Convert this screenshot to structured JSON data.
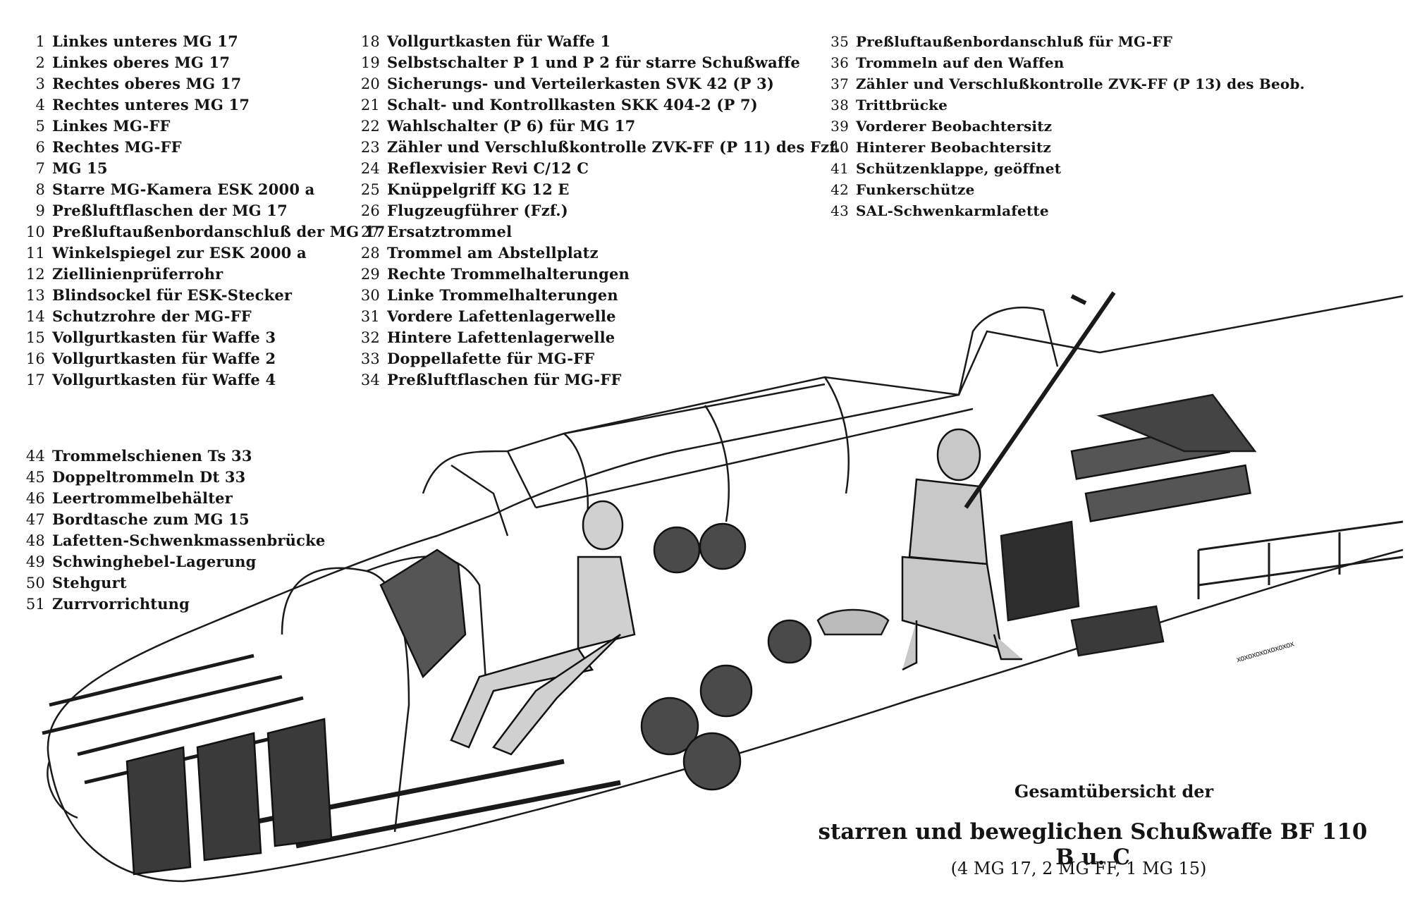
{
  "legend": {
    "col1": [
      {
        "n": "1",
        "t": "Linkes unteres MG 17"
      },
      {
        "n": "2",
        "t": "Linkes oberes MG 17"
      },
      {
        "n": "3",
        "t": "Rechtes oberes MG 17"
      },
      {
        "n": "4",
        "t": "Rechtes unteres MG 17"
      },
      {
        "n": "5",
        "t": "Linkes MG-FF"
      },
      {
        "n": "6",
        "t": "Rechtes MG-FF"
      },
      {
        "n": "7",
        "t": "MG 15"
      },
      {
        "n": "8",
        "t": "Starre MG-Kamera ESK 2000 a"
      },
      {
        "n": "9",
        "t": "Preßluftflaschen der MG 17"
      },
      {
        "n": "10",
        "t": "Preßluftaußenbordanschluß der MG 17"
      },
      {
        "n": "11",
        "t": "Winkelspiegel zur ESK 2000 a"
      },
      {
        "n": "12",
        "t": "Ziellinienprüferrohr"
      },
      {
        "n": "13",
        "t": "Blindsockel für ESK-Stecker"
      },
      {
        "n": "14",
        "t": "Schutzrohre der MG-FF"
      },
      {
        "n": "15",
        "t": "Vollgurtkasten für Waffe 3"
      },
      {
        "n": "16",
        "t": "Vollgurtkasten für Waffe 2"
      },
      {
        "n": "17",
        "t": "Vollgurtkasten für Waffe 4"
      }
    ],
    "col2": [
      {
        "n": "18",
        "t": "Vollgurtkasten für Waffe 1"
      },
      {
        "n": "19",
        "t": "Selbstschalter P 1 und P 2 für starre Schußwaffe"
      },
      {
        "n": "20",
        "t": "Sicherungs- und Verteilerkasten SVK 42 (P 3)"
      },
      {
        "n": "21",
        "t": "Schalt- und Kontrollkasten SKK 404-2 (P 7)"
      },
      {
        "n": "22",
        "t": "Wahlschalter (P 6) für MG 17"
      },
      {
        "n": "23",
        "t": "Zähler und Verschlußkontrolle ZVK-FF (P 11) des Fzf."
      },
      {
        "n": "24",
        "t": "Reflexvisier Revi C/12 C"
      },
      {
        "n": "25",
        "t": "Knüppelgriff KG 12 E"
      },
      {
        "n": "26",
        "t": "Flugzeugführer (Fzf.)"
      },
      {
        "n": "27",
        "t": "Ersatztrommel"
      },
      {
        "n": "28",
        "t": "Trommel am Abstellplatz"
      },
      {
        "n": "29",
        "t": "Rechte Trommelhalterungen"
      },
      {
        "n": "30",
        "t": "Linke Trommelhalterungen"
      },
      {
        "n": "31",
        "t": "Vordere Lafettenlagerwelle"
      },
      {
        "n": "32",
        "t": "Hintere Lafettenlagerwelle"
      },
      {
        "n": "33",
        "t": "Doppellafette für MG-FF"
      },
      {
        "n": "34",
        "t": "Preßluftflaschen für MG-FF"
      }
    ],
    "col3": [
      {
        "n": "35",
        "t": "Preßluftaußenbordanschluß für MG-FF"
      },
      {
        "n": "36",
        "t": "Trommeln auf den Waffen"
      },
      {
        "n": "37",
        "t": "Zähler und Verschlußkontrolle ZVK-FF (P 13) des Beob."
      },
      {
        "n": "38",
        "t": "Trittbrücke"
      },
      {
        "n": "39",
        "t": "Vorderer Beobachtersitz"
      },
      {
        "n": "40",
        "t": "Hinterer Beobachtersitz"
      },
      {
        "n": "41",
        "t": "Schützenklappe, geöffnet"
      },
      {
        "n": "42",
        "t": "Funkerschütze"
      },
      {
        "n": "43",
        "t": "SAL-Schwenkarmlafette"
      }
    ],
    "col4": [
      {
        "n": "44",
        "t": "Trommelschienen Ts 33"
      },
      {
        "n": "45",
        "t": "Doppeltrommeln Dt 33"
      },
      {
        "n": "46",
        "t": "Leertrommelbehälter"
      },
      {
        "n": "47",
        "t": "Bordtasche zum MG 15"
      },
      {
        "n": "48",
        "t": "Lafetten-Schwenkmassenbrücke"
      },
      {
        "n": "49",
        "t": "Schwinghebel-Lagerung"
      },
      {
        "n": "50",
        "t": "Stehgurt"
      },
      {
        "n": "51",
        "t": "Zurrvorrichtung"
      }
    ]
  },
  "title": {
    "line1": "Gesamtübersicht der",
    "line2": "starren und beweglichen Schußwaffe BF 110 B u. C",
    "line3": "(4 MG 17, 2 MG FF, 1 MG 15)"
  },
  "stamp": "xoxoxoxoxoxoxox"
}
